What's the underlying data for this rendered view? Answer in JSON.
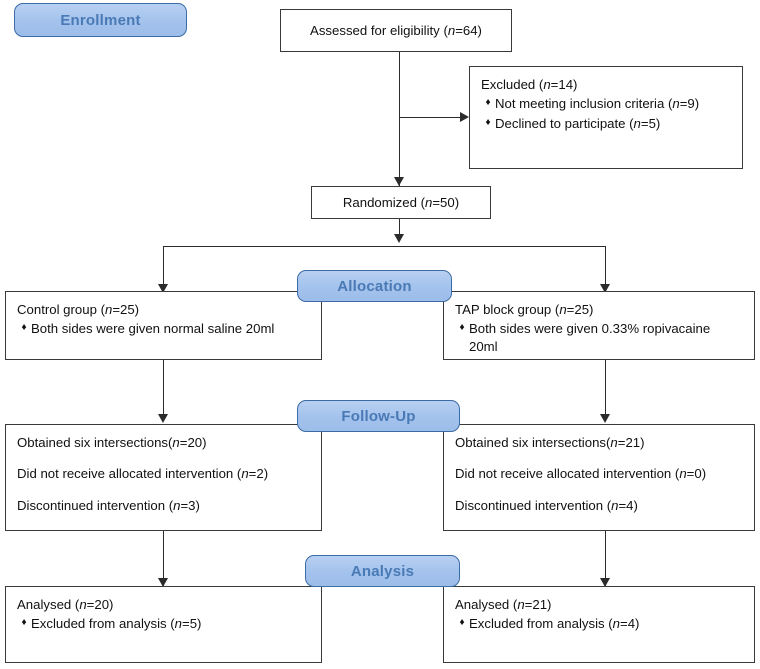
{
  "diagram": {
    "title": "CONSORT participant flow diagram",
    "type": "flowchart",
    "accent_color": "#a3c2ec",
    "banner_text_color": "#4a7ab5",
    "box_border_color": "#3a3a3a",
    "connector_color": "#2b2b2b",
    "bullet_glyph": "♦"
  },
  "stages": {
    "enrollment": "Enrollment",
    "allocation": "Allocation",
    "followup": "Follow-Up",
    "analysis": "Analysis"
  },
  "nodes": {
    "assessed": {
      "text_prefix": "Assessed for eligibility (",
      "n_symbol": "n",
      "text_suffix": "=64)"
    },
    "excluded": {
      "heading_prefix": "Excluded (",
      "heading_n": "n",
      "heading_suffix": "=14)",
      "items": [
        {
          "prefix": "Not meeting inclusion criteria (",
          "n": "n",
          "suffix": "=9)"
        },
        {
          "prefix": "Declined to participate (",
          "n": "n",
          "suffix": "=5)"
        }
      ]
    },
    "randomized": {
      "text_prefix": "Randomized (",
      "n_symbol": "n",
      "text_suffix": "=50)"
    },
    "control_group": {
      "heading_prefix": "Control group (",
      "heading_n": "n",
      "heading_suffix": "=25)",
      "items": [
        {
          "text": "Both sides were given normal saline 20ml"
        }
      ]
    },
    "tap_group": {
      "heading_prefix": "TAP block group (",
      "heading_n": "n",
      "heading_suffix": "=25)",
      "items": [
        {
          "text": "Both sides were given 0.33% ropivacaine 20ml"
        }
      ]
    },
    "followup_left": {
      "lines": [
        {
          "prefix": "Obtained six intersections(",
          "n": "n",
          "suffix": "=20)"
        },
        {
          "prefix": "Did not receive allocated intervention (",
          "n": "n",
          "suffix": "=2)"
        },
        {
          "prefix": "Discontinued intervention (",
          "n": "n",
          "suffix": "=3)"
        }
      ]
    },
    "followup_right": {
      "lines": [
        {
          "prefix": "Obtained six intersections(",
          "n": "n",
          "suffix": "=21)"
        },
        {
          "prefix": "Did not receive allocated intervention (",
          "n": "n",
          "suffix": "=0)"
        },
        {
          "prefix": "Discontinued intervention (",
          "n": "n",
          "suffix": "=4)"
        }
      ]
    },
    "analysis_left": {
      "heading_prefix": "Analysed (",
      "heading_n": "n",
      "heading_suffix": "=20)",
      "items": [
        {
          "prefix": "Excluded from analysis (",
          "n": "n",
          "suffix": "=5)"
        }
      ]
    },
    "analysis_right": {
      "heading_prefix": "Analysed (",
      "heading_n": "n",
      "heading_suffix": "=21)",
      "items": [
        {
          "prefix": "Excluded from analysis (",
          "n": "n",
          "suffix": "=4)"
        }
      ]
    }
  }
}
